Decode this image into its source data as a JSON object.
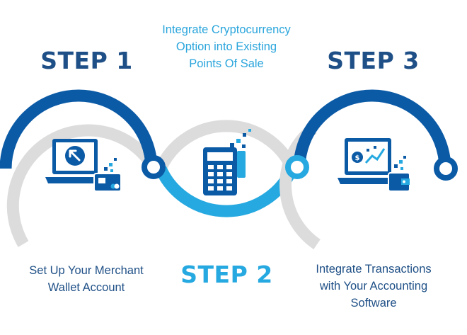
{
  "steps": [
    {
      "title": "STEP 1",
      "description": [
        "Set Up Your Merchant",
        "Wallet Account"
      ],
      "icon": "laptop-with-cursor-and-card-icon"
    },
    {
      "title": "STEP 2",
      "description": [
        "Integrate Cryptocurrency",
        "Option into Existing",
        "Points Of Sale"
      ],
      "icon": "pos-terminal-icon"
    },
    {
      "title": "STEP 3",
      "description": [
        "Integrate Transactions",
        "with Your Accounting",
        "Software"
      ],
      "icon": "laptop-with-chart-and-wallet-icon"
    }
  ],
  "colors": {
    "dark_blue": "#0b5aa6",
    "light_blue": "#26a9e0",
    "gray_ring": "#dcdcdc",
    "text_dark": "#1e4f86",
    "text_light": "#2aa5dc"
  }
}
